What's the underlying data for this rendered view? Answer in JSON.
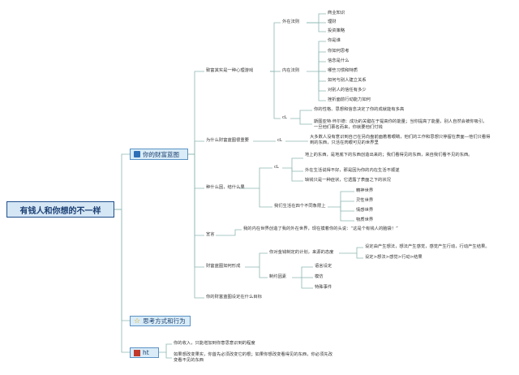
{
  "root": {
    "title": "有钱人和你想的不一样"
  },
  "branches": {
    "b1": {
      "label": "你的财富蓝图",
      "icon": "flag-icon"
    },
    "b2": {
      "label": "思考方式和行为",
      "icon": "star-icon"
    },
    "b3": {
      "label": "ht",
      "icon": "book-icon"
    }
  },
  "b1": {
    "game": "致富其实是一种心理游戏",
    "outer": "外在法则",
    "outer_items": [
      "商业知识",
      "理财",
      "投资策略"
    ],
    "inner": "内在法则",
    "inner_items": [
      "你是谁",
      "你如何思考",
      "信念是什么",
      "哪些习惯和特质",
      "如何与别人建立关系",
      "对别人的信任有多少",
      "挫折面前行动能力如何"
    ],
    "tag1": "cL",
    "tag1_items": [
      "你的性格、思想和信念决定了你的成就能有多高",
      "斯图亚特·怀尔德：成功的关键在于提高你的能量；当你提高了能量，别人自然会被你吸引，一旦他们慕名而来，你就要他们付钱"
    ],
    "blueprint_important": "为什么财富蓝图很重要",
    "tag2": "cL",
    "tag2_text": "大多数人没有意识到自己在另向盘前面着着眼睛，他们的工作和思想只停留在表面—他们只看得到的东西，只活在肉眼可见的世界里",
    "seeds": "种什么因，结什么果",
    "tag3": "cL",
    "tag3_items": [
      "地上的东西，是地底下的东西创造出来的；我们看得见的东西，来自我们看不见的东西。",
      "外在生活说得不好，那是因为你的内在生活不顺遂",
      "缺钱只是一种症状，它透露了表面之下的状况"
    ],
    "worlds": "我们生活在四个不同象限上",
    "world_items": [
      "精神世界",
      "灵性世界",
      "情感世界",
      "物质世界"
    ],
    "declaration": "宣言",
    "declaration_text": "我的内在世界创造了我的外在世界，现在摸着你的头说：“这是个有钱人的脑袋！”",
    "formed": "财富蓝图如何形成",
    "programming": "你对金钱制定的计划，来源的态度",
    "prog_items": [
      "设定由产生想法，想法产生感觉，感觉产生行动，行动产生结果。",
      "设定>想法>感觉>行动>结果"
    ],
    "factors": "制约因素",
    "factor_items": [
      "语言设定",
      "模仿",
      "特殊事件"
    ],
    "setting": "你的财富蓝图设定在什么目标"
  },
  "b3": {
    "items": [
      "你的收入，只能增加到你意思意识到的程度",
      "如果想改变果实，你首先必须改变它的根；如果你想改变看得见的东西，你必须先改变看不见的东西"
    ]
  }
}
